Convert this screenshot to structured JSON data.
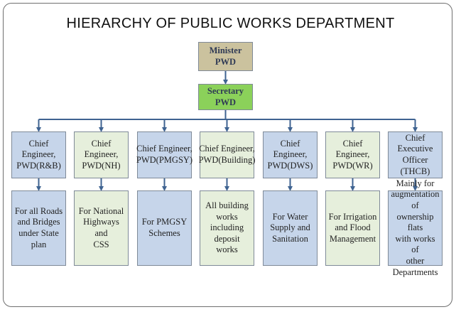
{
  "title": "HIERARCHY OF PUBLIC WORKS DEPARTMENT",
  "colors": {
    "minister_fill": "#cbc29e",
    "secretary_fill": "#8bd15a",
    "engineer_fill_blue": "#c6d5ea",
    "engineer_fill_green": "#e6efdc",
    "connector": "#3f6391",
    "box_border": "#7f8a98"
  },
  "minister": {
    "line1": "Minister",
    "line2": "PWD"
  },
  "secretary": {
    "line1": "Secretary",
    "line2": "PWD"
  },
  "columns": [
    {
      "head": [
        "Chief Engineer,",
        "PWD(R&B)"
      ],
      "desc": [
        "For all Roads",
        "and Bridges",
        "under State",
        "plan"
      ]
    },
    {
      "head": [
        "Chief Engineer,",
        "PWD(NH)"
      ],
      "desc": [
        "For National",
        "Highways and",
        "CSS"
      ]
    },
    {
      "head": [
        "Chief Engineer,",
        "PWD(PMGSY)"
      ],
      "desc": [
        "For PMGSY",
        "Schemes"
      ]
    },
    {
      "head": [
        "Chief Engineer,",
        "PWD(Building)"
      ],
      "desc": [
        "All building",
        "works including",
        "deposit works"
      ]
    },
    {
      "head": [
        "Chief Engineer,",
        "PWD(DWS)"
      ],
      "desc": [
        "For Water",
        "Supply and",
        "Sanitation"
      ]
    },
    {
      "head": [
        "Chief",
        "Engineer,",
        "PWD(WR)"
      ],
      "desc": [
        "For Irrigation",
        "and Flood",
        "Management"
      ]
    },
    {
      "head": [
        "Chief Executive",
        "Officer (THCB)"
      ],
      "desc": [
        "Mainly for",
        "augmentation of",
        "ownership flats",
        "with works of",
        "other",
        "Departments"
      ]
    }
  ]
}
